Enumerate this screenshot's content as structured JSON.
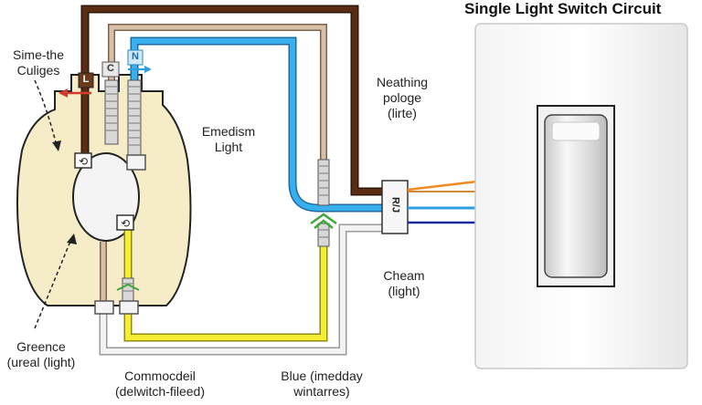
{
  "title": "Single Light Switch Circuit",
  "labels": {
    "sime_line1": "Sime-the",
    "sime_line2": "Culiges",
    "greence_line1": "Greence",
    "greence_line2": "(ureal (light)",
    "commocdeil_line1": "Commocdeil",
    "commocdeil_line2": "(delwitch-fileed)",
    "blue_line1": "Blue (imedday",
    "blue_line2": "wintarres)",
    "emedism_line1": "Emedism",
    "emedism_line2": "Light",
    "neathing_line1": "Neathing",
    "neathing_line2": "pologe",
    "neathing_line3": "(lirte)",
    "cheam_line1": "Cheam",
    "cheam_line2": "(light)"
  },
  "terminals": {
    "top_left": "L",
    "top_mid": "C",
    "top_right": "N",
    "junction": "R/J"
  },
  "colors": {
    "hot_wire": "#5a2d12",
    "tan_wire": "#b89a7e",
    "blue_wire": "#2ea0e0",
    "yellow_wire": "#f2ea2a",
    "white_wire": "#e2e2e2",
    "orange_wire": "#f08a1e",
    "navy_wire": "#1a2a9a",
    "fixture_fill": "#f6edc8",
    "arrow_red": "#d63a2a",
    "green_clip": "#3fa83a"
  },
  "icons": {
    "fixture_bulb": "light-fixture",
    "switch": "toggle-switch",
    "screw": "terminal-screw"
  }
}
